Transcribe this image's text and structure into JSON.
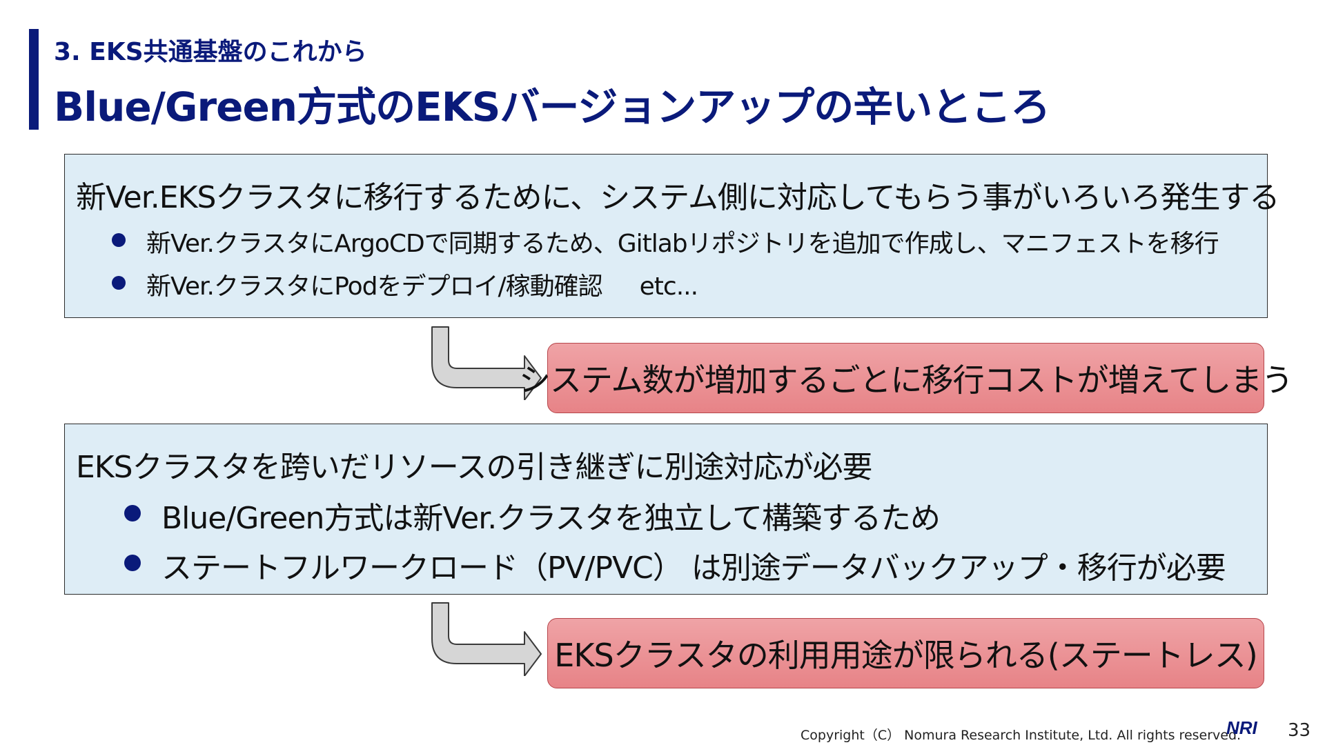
{
  "header": {
    "section_label": "3. EKS共通基盤のこれから",
    "title": "Blue/Green方式のEKSバージョンアップの辛いところ"
  },
  "box1": {
    "heading": "新Ver.EKSクラスタに移行するために、システム側に対応してもらう事がいろいろ発生する",
    "bullets": [
      "新Ver.クラスタにArgoCDで同期するため、Gitlabリポジトリを追加で作成し、マニフェストを移行",
      "新Ver.クラスタにPodをデプロイ/稼動確認"
    ],
    "bullet2_suffix": "etc..."
  },
  "result1": "システム数が増加するごとに移行コストが増えてしまう",
  "box2": {
    "heading": "EKSクラスタを跨いだリソースの引き継ぎに別途対応が必要",
    "bullets": [
      "Blue/Green方式は新Ver.クラスタを独立して構築するため",
      "ステートフルワークロード（PV/PVC） は別途データバックアップ・移行が必要"
    ]
  },
  "result2": "EKSクラスタの利用用途が限られる(ステートレス)",
  "footer": {
    "copyright": "Copyright（C） Nomura Research Institute, Ltd. All rights reserved.",
    "logo_text": "NRI",
    "page_number": "33"
  },
  "colors": {
    "accent": "#0a1a7a",
    "box_fill": "#deedf6",
    "result_fill": "#e9898c"
  }
}
